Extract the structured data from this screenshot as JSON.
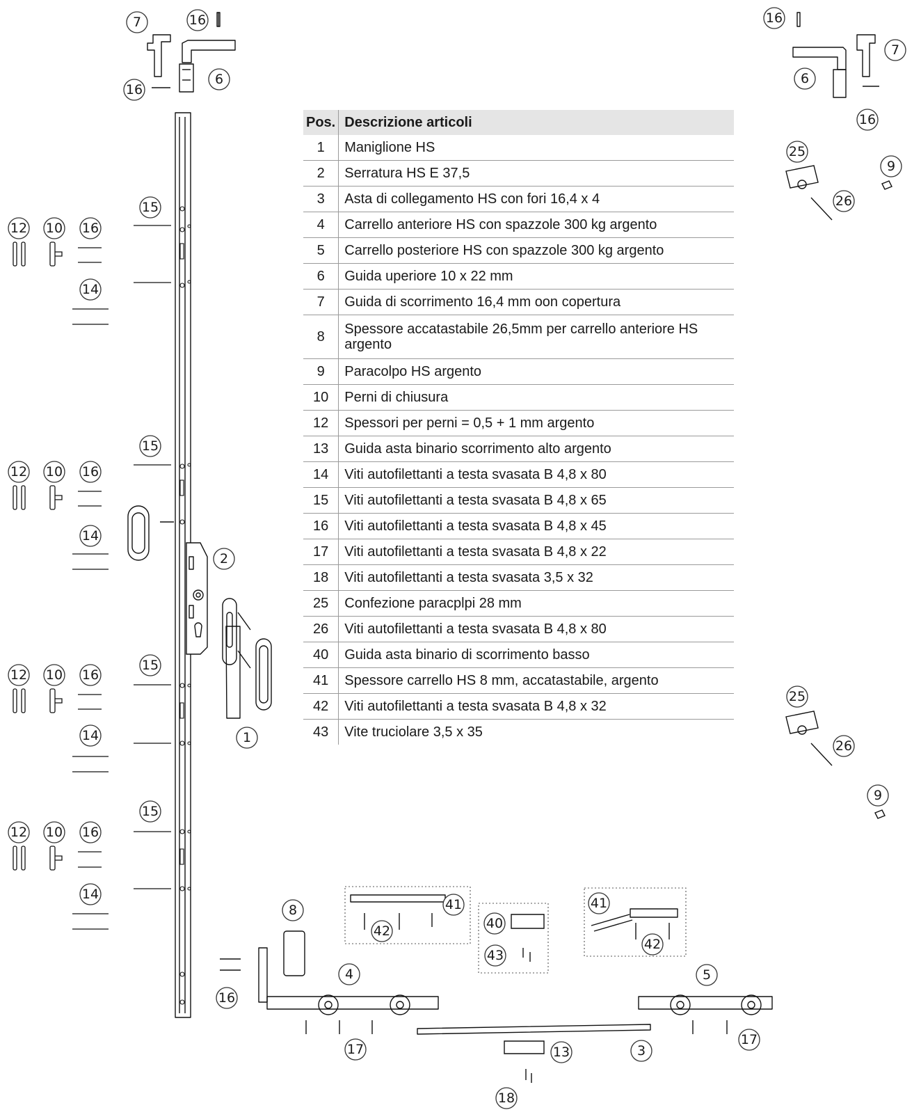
{
  "table": {
    "header": {
      "pos": "Pos.",
      "desc": "Descrizione articoli"
    },
    "rows": [
      {
        "pos": "1",
        "desc": "Maniglione HS"
      },
      {
        "pos": "2",
        "desc": "Serratura HS E 37,5"
      },
      {
        "pos": "3",
        "desc": "Asta di collegamento HS con fori 16,4 x 4"
      },
      {
        "pos": "4",
        "desc": "Carrello anteriore HS con spazzole 300 kg argento"
      },
      {
        "pos": "5",
        "desc": "Carrello posteriore HS con spazzole 300 kg argento"
      },
      {
        "pos": "6",
        "desc": "Guida uperiore 10 x 22 mm"
      },
      {
        "pos": "7",
        "desc": "Guida di scorrimento 16,4 mm oon copertura"
      },
      {
        "pos": "8",
        "desc": "Spessore accatastabile 26,5mm per carrello anteriore HS argento"
      },
      {
        "pos": "9",
        "desc": "Paracolpo HS argento"
      },
      {
        "pos": "10",
        "desc": "Perni di chiusura"
      },
      {
        "pos": "12",
        "desc": "Spessori per perni = 0,5 + 1 mm argento"
      },
      {
        "pos": "13",
        "desc": "Guida asta binario scorrimento alto argento"
      },
      {
        "pos": "14",
        "desc": "Viti autofilettanti a testa svasata B 4,8 x 80"
      },
      {
        "pos": "15",
        "desc": "Viti autofilettanti a testa svasata B 4,8 x 65"
      },
      {
        "pos": "16",
        "desc": "Viti autofilettanti a testa svasata B 4,8 x 45"
      },
      {
        "pos": "17",
        "desc": "Viti autofilettanti a testa svasata B 4,8 x 22"
      },
      {
        "pos": "18",
        "desc": "Viti autofilettanti a testa svasata 3,5 x 32"
      },
      {
        "pos": "25",
        "desc": "Confezione paracplpi 28 mm"
      },
      {
        "pos": "26",
        "desc": "Viti autofilettanti a testa svasata B 4,8 x 80"
      },
      {
        "pos": "40",
        "desc": "Guida asta binario di scorrimento basso"
      },
      {
        "pos": "41",
        "desc": "Spessore carrello HS 8 mm, accatastabile, argento"
      },
      {
        "pos": "42",
        "desc": "Viti autofilettanti a testa svasata B 4,8 x 32"
      },
      {
        "pos": "43",
        "desc": "Vite truciolare 3,5 x 35"
      }
    ]
  },
  "callouts": {
    "c7_top_left": "7",
    "c16_top": "16",
    "c16_top_left2": "16",
    "c6_top_left": "6",
    "c16_top_right": "16",
    "c7_top_right": "7",
    "c6_top_right": "6",
    "c16_top_right2": "16",
    "c25_a": "25",
    "c9_a": "9",
    "c26_a": "26",
    "c15_1": "15",
    "c12_1": "12",
    "c10_1": "10",
    "c16_1": "16",
    "c14_1": "14",
    "c15_2": "15",
    "c12_2": "12",
    "c10_2": "10",
    "c16_2": "16",
    "c14_2": "14",
    "c2": "2",
    "c15_3": "15",
    "c12_3": "12",
    "c10_3": "10",
    "c16_3": "16",
    "c14_3": "14",
    "c1": "1",
    "c15_4": "15",
    "c12_4": "12",
    "c10_4": "10",
    "c16_4": "16",
    "c14_4": "14",
    "c25_b": "25",
    "c26_b": "26",
    "c9_b": "9",
    "c8": "8",
    "c41_a": "41",
    "c42_a": "42",
    "c40": "40",
    "c43": "43",
    "c41_b": "41",
    "c42_b": "42",
    "c4": "4",
    "c16_bottom": "16",
    "c5": "5",
    "c17_a": "17",
    "c17_b": "17",
    "c13": "13",
    "c3": "3",
    "c18": "18"
  }
}
